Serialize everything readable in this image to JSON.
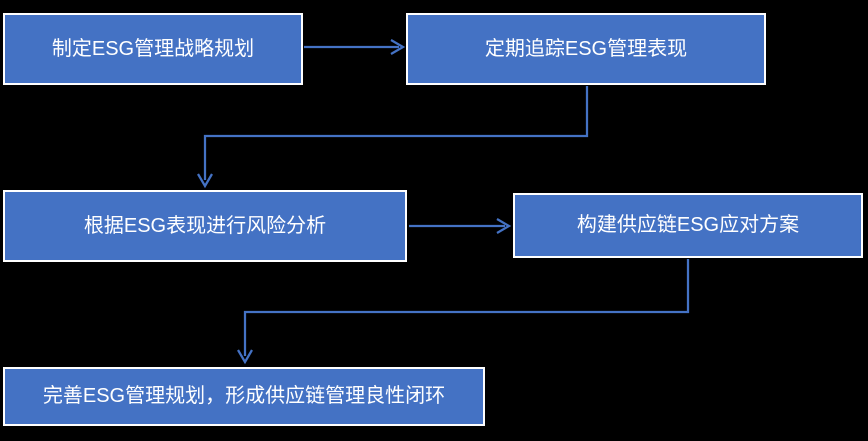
{
  "diagram": {
    "type": "flowchart",
    "colors": {
      "background": "#000000",
      "node_fill": "#4472C4",
      "node_border": "#FFFFFF",
      "node_text": "#FFFFFF",
      "connector": "#4472C4"
    },
    "nodes": [
      {
        "id": "node-1",
        "label": "制定ESG管理战略规划"
      },
      {
        "id": "node-2",
        "label": "定期追踪ESG管理表现"
      },
      {
        "id": "node-3",
        "label": "根据ESG表现进行风险分析"
      },
      {
        "id": "node-4",
        "label": "构建供应链ESG应对方案"
      },
      {
        "id": "node-5",
        "label": "完善ESG管理规划，形成供应链管理良性闭环"
      }
    ],
    "connectors": [
      {
        "from": "node-1",
        "to": "node-2",
        "style": "straight-arrow-right"
      },
      {
        "from": "node-2",
        "to": "node-3",
        "style": "elbow-arrow-down"
      },
      {
        "from": "node-3",
        "to": "node-4",
        "style": "straight-arrow-right"
      },
      {
        "from": "node-4",
        "to": "node-5",
        "style": "elbow-arrow-down"
      }
    ]
  }
}
